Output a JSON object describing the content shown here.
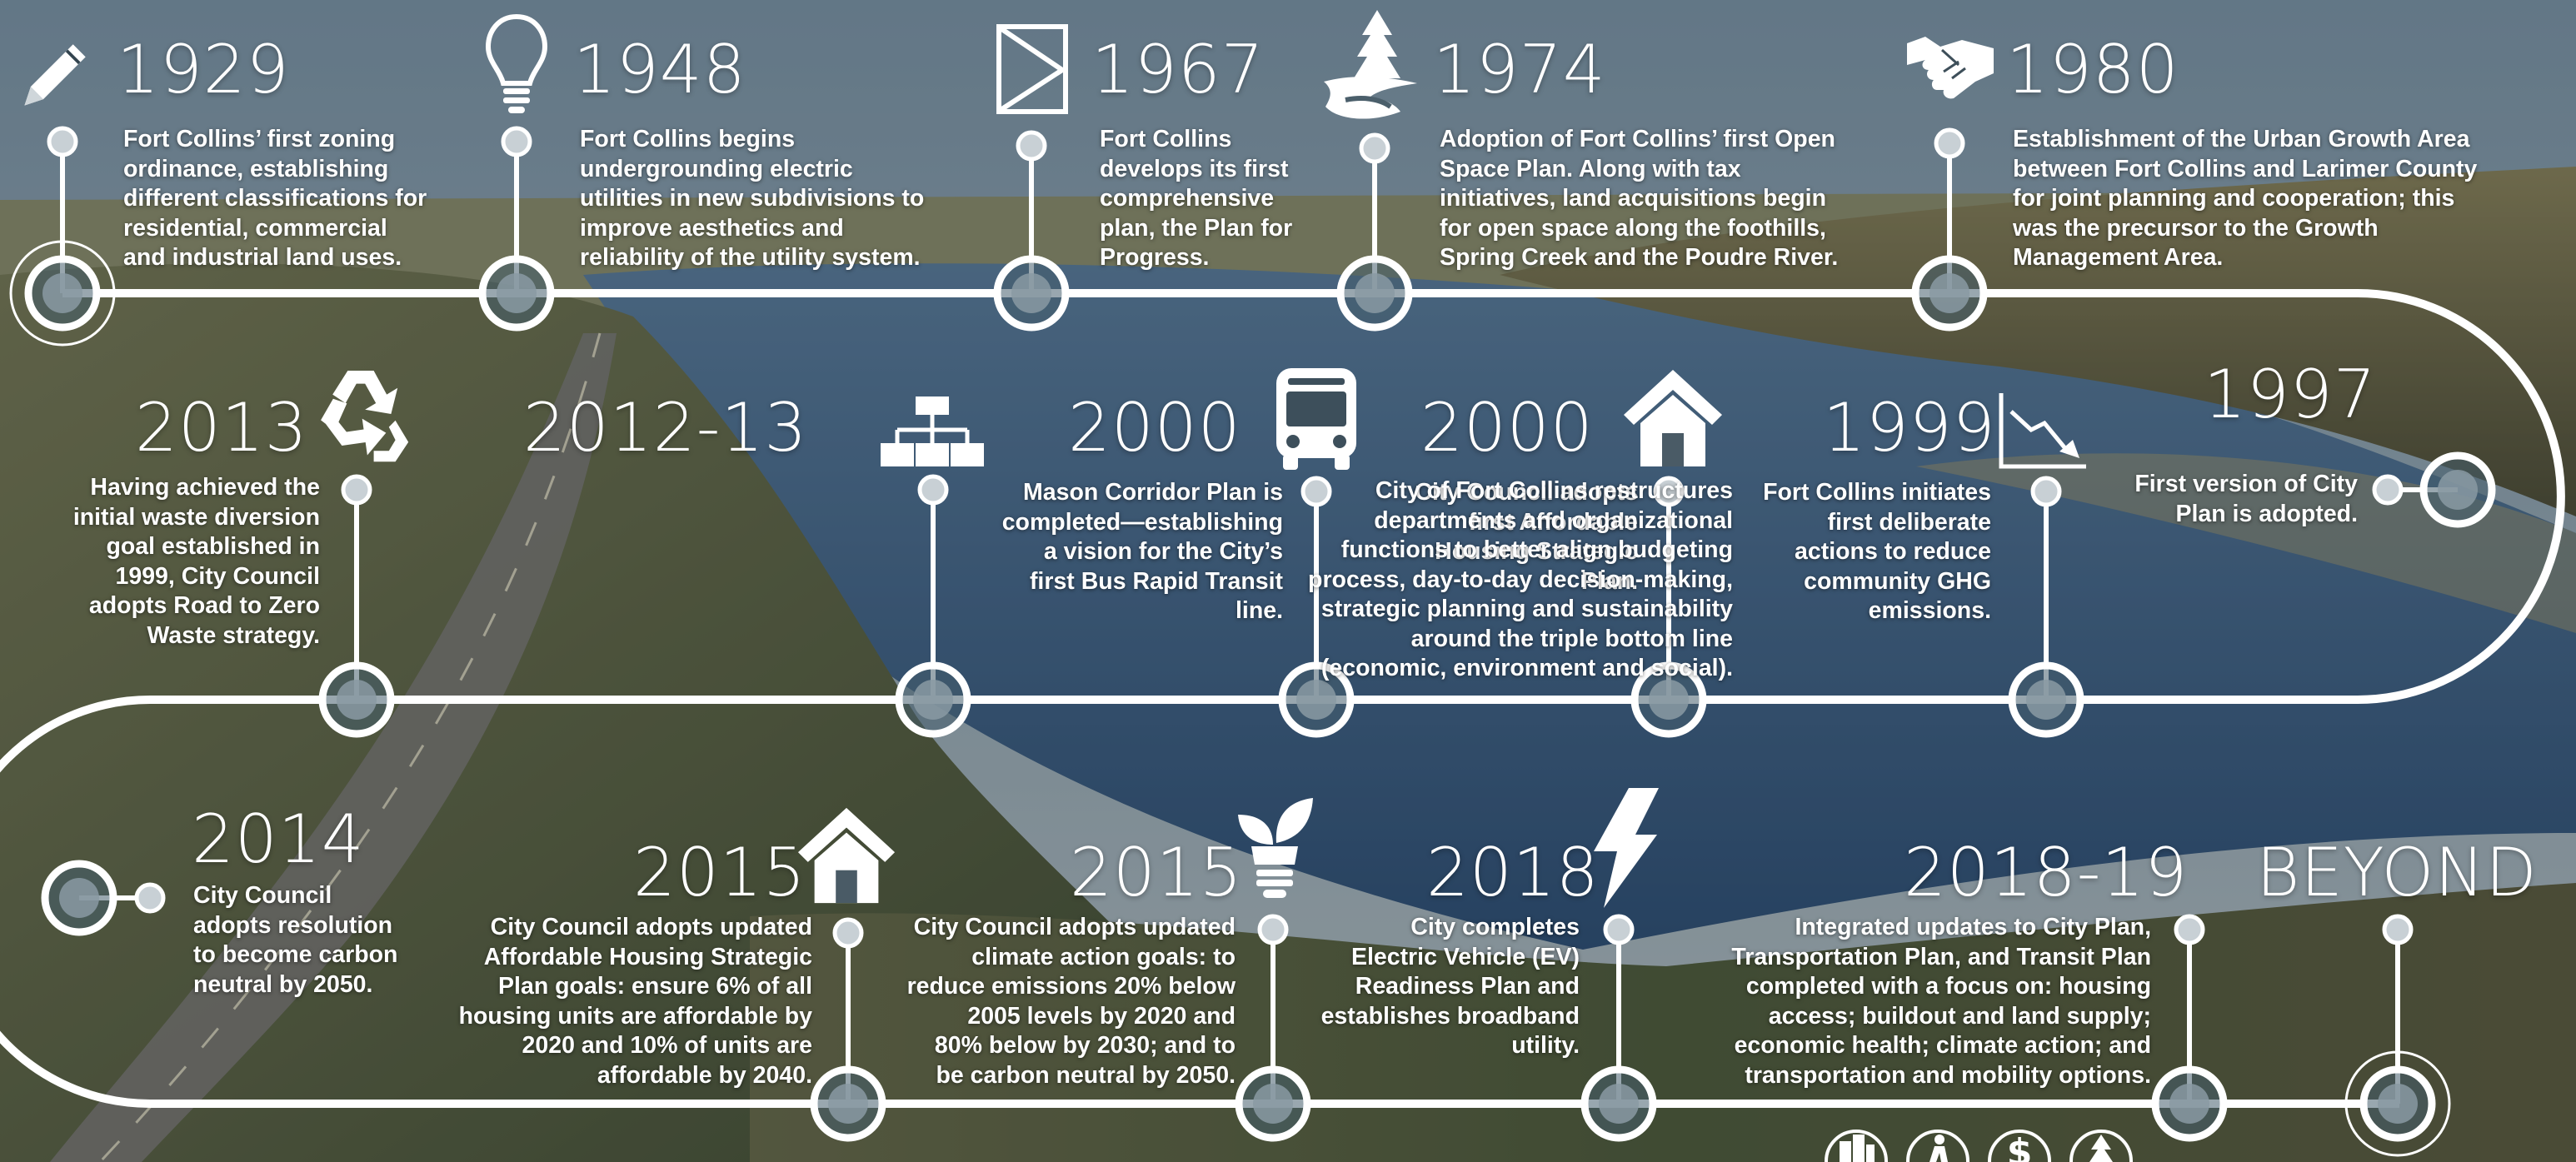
{
  "colors": {
    "line": "#ffffff",
    "node_fill": "#8a9aa3",
    "sky": "#8fa6b4",
    "water": "#3b5c80",
    "land": "#6b7048"
  },
  "events": [
    {
      "year": "1929",
      "icon": "pencil-icon",
      "text": "Fort Collins’ first zoning\nordinance, establishing\ndifferent classifications for\nresidential, commercial\nand industrial land uses."
    },
    {
      "year": "1948",
      "icon": "lightbulb-icon",
      "text": "Fort Collins begins\nundergrounding electric\nutilities in new subdivisions to\nimprove aesthetics and\nreliability of the utility system."
    },
    {
      "year": "1967",
      "icon": "document-icon",
      "text": "Fort Collins\ndevelops its first\ncomprehensive\nplan, the Plan for\nProgress."
    },
    {
      "year": "1974",
      "icon": "tree-landscape-icon",
      "text": "Adoption of Fort Collins’ first Open\nSpace Plan. Along with tax\ninitiatives, land acquisitions begin\nfor open space along the foothills,\nSpring Creek and the Poudre River."
    },
    {
      "year": "1980",
      "icon": "handshake-icon",
      "text": "Establishment of the Urban Growth Area\nbetween Fort Collins and Larimer County\nfor joint planning and cooperation; this\nwas the precursor to the Growth\nManagement Area."
    },
    {
      "year": "1997",
      "icon": "",
      "text": "First version of City\nPlan is adopted."
    },
    {
      "year": "1999",
      "icon": "declining-chart-icon",
      "text": "Fort Collins initiates\nfirst deliberate\nactions to reduce\ncommunity GHG\nemissions."
    },
    {
      "year": "2000",
      "icon": "house-icon",
      "text": "City Council adopts\nfirst Affordable\nHousing Strategic\nPlan."
    },
    {
      "year": "2000",
      "icon": "bus-icon",
      "text": "Mason Corridor Plan is\ncompleted—establishing\na vision for the City’s\nfirst Bus Rapid Transit\nline."
    },
    {
      "year": "2012-13",
      "icon": "org-chart-icon",
      "text": "City of Fort Collins restructures\ndepartments and organizational\nfunctions to better align budgeting\nprocess, day-to-day decision-making,\nstrategic planning and sustainability\naround the triple bottom line\n(economic, environment and social)."
    },
    {
      "year": "2013",
      "icon": "recycle-icon",
      "text": "Having achieved the\ninitial waste diversion\ngoal established in\n1999, City Council\nadopts Road to Zero\nWaste strategy."
    },
    {
      "year": "2014",
      "icon": "",
      "text": "City Council\nadopts resolution\nto become carbon\nneutral by 2050."
    },
    {
      "year": "2015",
      "icon": "house-icon",
      "text": "City Council adopts updated\nAffordable Housing Strategic\nPlan goals: ensure 6% of all\nhousing units are affordable by\n2020 and 10% of units are\naffordable by 2040."
    },
    {
      "year": "2015",
      "icon": "leaf-bulb-icon",
      "text": "City Council adopts updated\nclimate action goals: to\nreduce emissions 20% below\n2005 levels by 2020 and\n80% below by 2030; and to\nbe carbon neutral by 2050."
    },
    {
      "year": "2018",
      "icon": "lightning-icon",
      "text": "City completes\nElectric Vehicle (EV)\nReadiness Plan and\nestablishes broadband\nutility."
    },
    {
      "year": "2018-19",
      "icon": "",
      "text": "Integrated updates to City Plan,\nTransportation Plan, and Transit Plan\ncompleted with a focus on: housing\naccess; buildout and land supply;\neconomic health; climate action; and\ntransportation and mobility options."
    },
    {
      "year": "BEYOND",
      "icon": "",
      "text": ""
    }
  ],
  "bottom_icons": [
    "buildings-icon",
    "pedestrian-icon",
    "dollar-icon",
    "tree-icon"
  ]
}
